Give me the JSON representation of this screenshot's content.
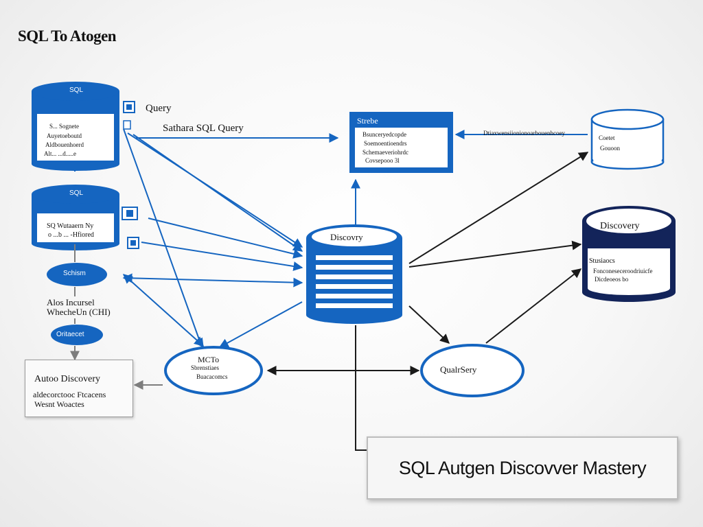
{
  "page": {
    "title": "SQL To Atogen"
  },
  "db_left_top": {
    "header": "SQL",
    "lines": [
      "S... Sognete",
      "Auyetoeboutd",
      "Aldbouenhoerd",
      "Alt... ...d.....e"
    ]
  },
  "db_left_mid": {
    "header": "SQL",
    "lines": [
      "SQ Wutaaern Ny",
      "o ...b ... -Hfiored"
    ]
  },
  "labels": {
    "query": "Query",
    "schema_sql_query": "Sathara SQL Query",
    "schema_oval": "Schism",
    "active_model": "Alos Incursel\nWhecheUn (CHI)",
    "output_oval": "Oritaecet",
    "long_edge_label": "Dtiaxwensiionionoarbouenhcoey"
  },
  "schema_box": {
    "title": "Strebe",
    "lines": [
      "Bsunceryedcopde",
      "Soemoentioendrs",
      "Schemaeveriohrdc",
      "Covsepooo 3l"
    ]
  },
  "autogen_box": {
    "title": "Autoo Discovery",
    "lines": [
      "aldecorctooc Ftcacens",
      "Wesnt Woactes"
    ]
  },
  "center_db": {
    "label": "Discovry"
  },
  "right_db_top": {
    "lines": [
      "Coetet",
      "Gouoon"
    ]
  },
  "right_db_mid": {
    "header": "Discovery",
    "lines": [
      "Stusiaocs",
      "Fonconeseceroodriuicfe",
      "Dicdeoeos bo"
    ]
  },
  "oval_metadata": {
    "lines": [
      "MCTo",
      "Sbrenstiaes",
      "Buacacomcs"
    ]
  },
  "oval_query": {
    "label": "QualrSery"
  },
  "banner": {
    "text": "SQL Autgen Discovver Mastery"
  },
  "colors": {
    "blue": "#1565c0",
    "navy": "#13245a",
    "arrow_dark": "#1a1a1a",
    "arrow_gray": "#7d7d7d"
  },
  "icons": [
    "document-icon",
    "document-icon",
    "document-icon",
    "document-icon"
  ]
}
